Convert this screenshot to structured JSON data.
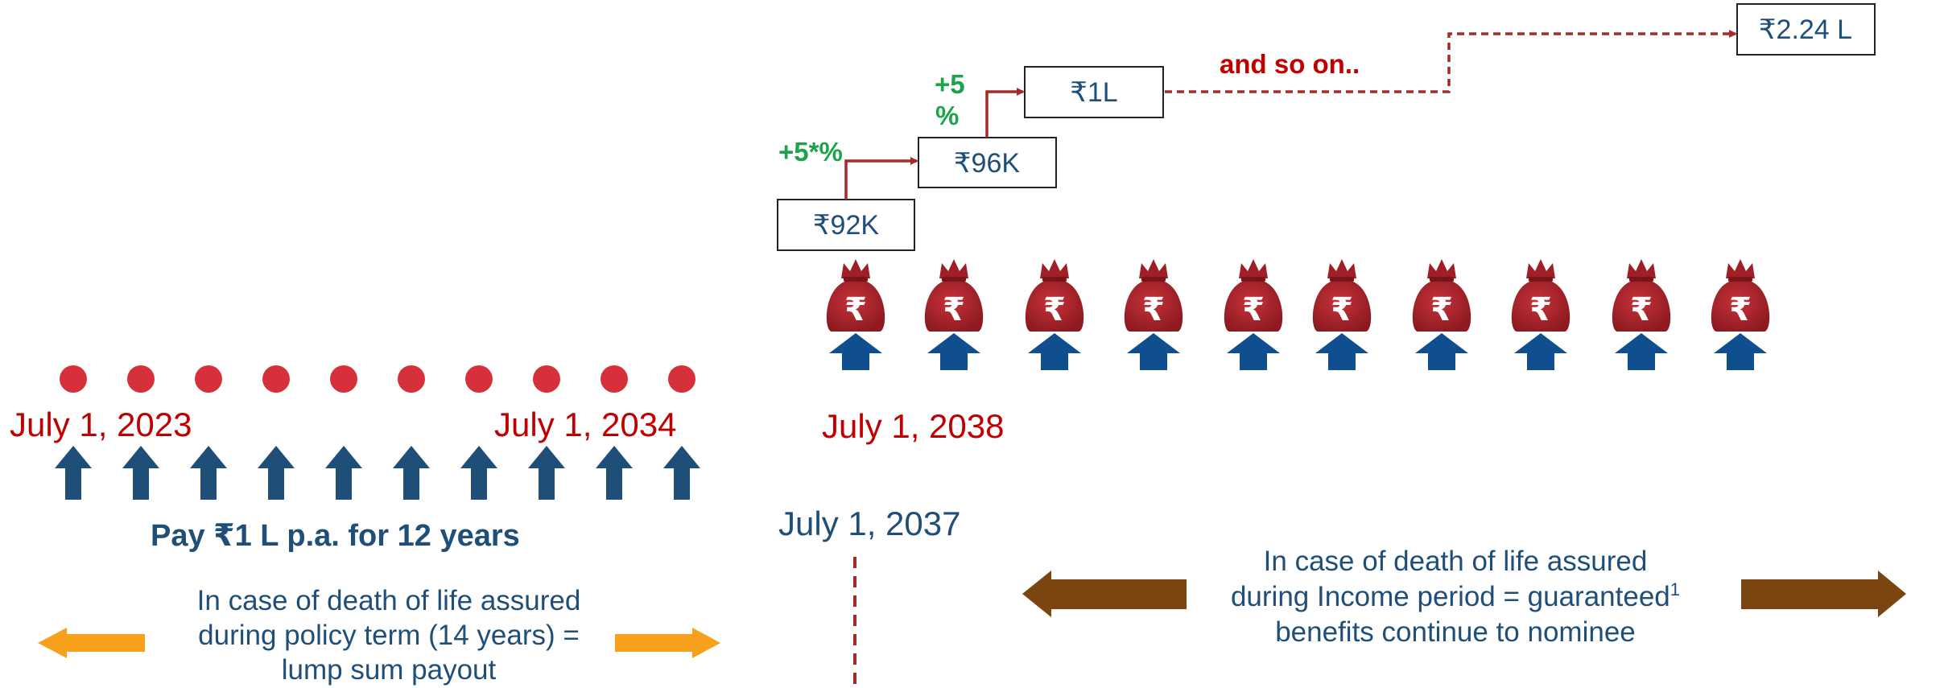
{
  "timeline": {
    "dates": {
      "start": "July 1, 2023",
      "premium_end": "July 1, 2034",
      "income_start": "July 1, 2038",
      "policy_end": "July 1, 2037"
    },
    "premium_payments": 10,
    "income_payouts": 10
  },
  "payments": {
    "caption": "Pay ₹1 L p.a. for 12 years"
  },
  "income": {
    "boxes": [
      "₹92K",
      "₹96K",
      "₹1L",
      "₹2.24 L"
    ],
    "increments": [
      "+5*%",
      "+5",
      "%"
    ],
    "continuation": "and so on..",
    "bag_symbol": "₹"
  },
  "notes": {
    "left": [
      "In case of death of life assured",
      "during policy term (14 years) =",
      "lump sum payout"
    ],
    "right_line1": "In case of death of life assured",
    "right_line2": "during Income period = guaranteed",
    "right_superscript": "1",
    "right_line3": "benefits continue to nominee"
  },
  "colors": {
    "date_red": "#c00000",
    "navy": "#1f4e79",
    "green": "#1fa34a",
    "timeline_orange": "#f07c22",
    "timeline_red": "#b8262e",
    "dot_red": "#d6303a",
    "bag": "#a01f26",
    "left_arrow_orange": "#f7a01c",
    "right_arrow_brown": "#7b4512",
    "connector": "#a52a2a",
    "premium_arrow": "#1f4e79",
    "payout_arrow": "#0f4f8f"
  },
  "icons": [
    "premium-arrow-icon",
    "payout-arrow-icon",
    "money-bag-icon",
    "double-arrow-icon"
  ]
}
